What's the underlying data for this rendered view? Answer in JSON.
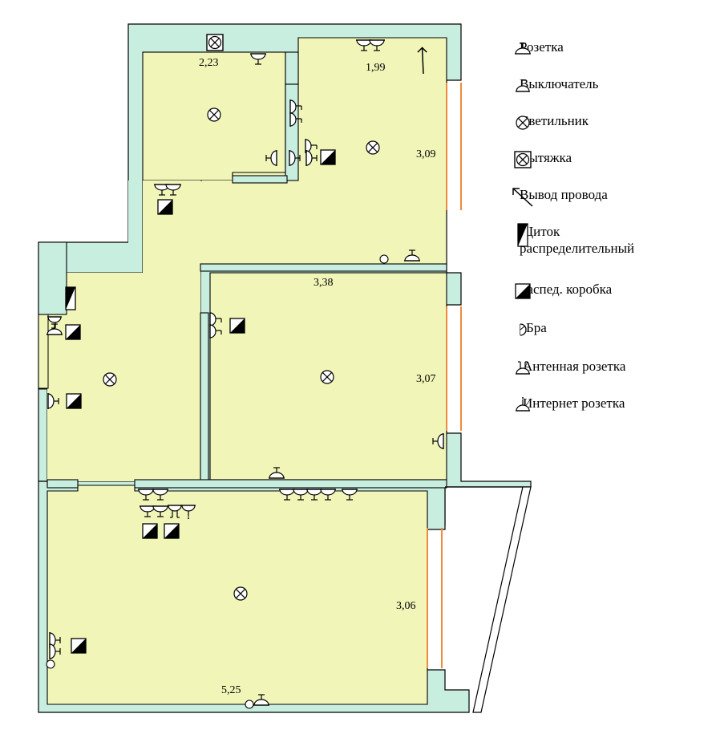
{
  "colors": {
    "floor": "#f1f6b8",
    "wall": "#c8eee0",
    "outline": "#000000",
    "window": "#f08a3a"
  },
  "dimensions": {
    "kitchen_top": "2,23",
    "bedroom_top": "1,99",
    "bedroom_right": "3,09",
    "middle_wall": "3,38",
    "room2_right": "3,07",
    "living_right": "3,06",
    "living_bottom": "5,25"
  },
  "legend": [
    {
      "icon": "socket-icon",
      "label": "Розетка"
    },
    {
      "icon": "switch-icon",
      "label": "Выключатель"
    },
    {
      "icon": "light-fixture-icon",
      "label": "Светильник"
    },
    {
      "icon": "extractor-fan-icon",
      "label": "Вытяжка"
    },
    {
      "icon": "wire-outlet-icon",
      "label": "Вывод провода"
    },
    {
      "icon": "distribution-panel-icon",
      "label": "Щиток\nраспределительный"
    },
    {
      "icon": "junction-box-icon",
      "label": "Распед. коробка"
    },
    {
      "icon": "sconce-icon",
      "label": "Бра"
    },
    {
      "icon": "antenna-socket-icon",
      "label": "Антенная розетка"
    },
    {
      "icon": "internet-socket-icon",
      "label": "Интернет розетка"
    }
  ]
}
